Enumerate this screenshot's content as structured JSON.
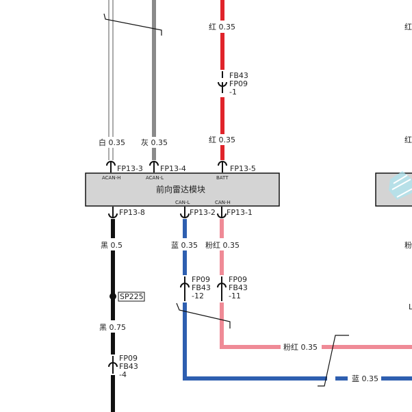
{
  "colors": {
    "red": "#e0242b",
    "pink": "#ef8a96",
    "blue": "#2e5fb0",
    "black": "#111111",
    "gray": "#8a8a8a",
    "module_fill": "#d4d4d4"
  },
  "module": {
    "name": "前向雷达模块",
    "pins": {
      "acan_h": "ACAN-H",
      "acan_l": "ACAN-L",
      "batt": "BATT",
      "can_l": "CAN-L",
      "can_h": "CAN-H"
    }
  },
  "connectors": {
    "fp13_3": "FP13-3",
    "fp13_4": "FP13-4",
    "fp13_5": "FP13-5",
    "fp13_8": "FP13-8",
    "fp13_2": "FP13-2",
    "fp13_1": "FP13-1"
  },
  "wires": {
    "red_top": "红 0.35",
    "red_mid": "红 0.35",
    "white": "白 0.35",
    "gray": "灰 0.35",
    "black_1": "黑 0.5",
    "black_2": "黑 0.75",
    "blue": "蓝 0.35",
    "pink": "粉红 0.35",
    "pink_h": "粉红 0.35",
    "blue_h": "蓝 0.35"
  },
  "inline_connectors": {
    "red": [
      "FB43",
      "FP09",
      "-1"
    ],
    "black": [
      "FP09",
      "FB43",
      "-4"
    ],
    "blue": [
      "FP09",
      "FB43",
      "-12"
    ],
    "pink": [
      "FP09",
      "FB43",
      "-11"
    ]
  },
  "splice": "SP225",
  "edge_labels": {
    "r1": "红",
    "r2": "红",
    "r3": "粉",
    "r4": "L"
  }
}
